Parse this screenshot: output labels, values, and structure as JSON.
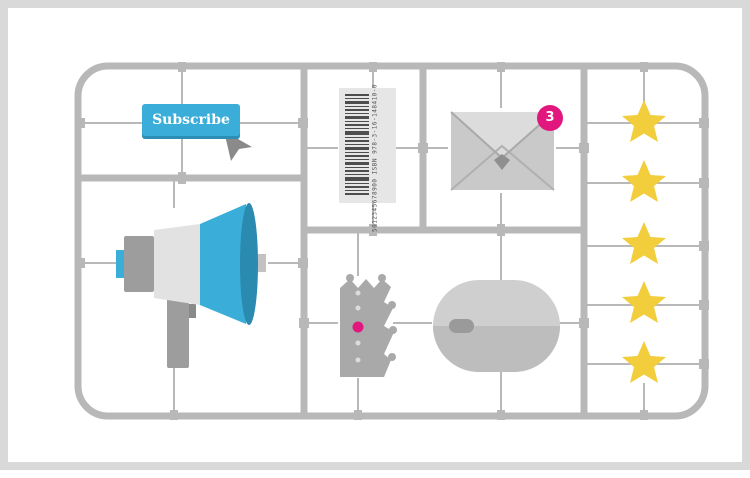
{
  "subscribe_button": {
    "label": "Subscribe"
  },
  "notification_badge": {
    "count": "3"
  },
  "barcode": {
    "digits": "5012345678900 ISBN 978-3-16-148410-0"
  },
  "rating": {
    "stars": 5,
    "max": 5
  },
  "colors": {
    "sprue": "#b8b8b8",
    "subscribe": "#3aaed8",
    "badge": "#e2177e",
    "star": "#f2cd3c",
    "megaphone_blue": "#3aaed8",
    "part_gray": "#c8c8c8"
  },
  "icons": [
    "cursor-arrow-icon",
    "barcode-icon",
    "envelope-icon",
    "star-icon",
    "megaphone-icon",
    "crown-icon",
    "mouse-icon"
  ]
}
